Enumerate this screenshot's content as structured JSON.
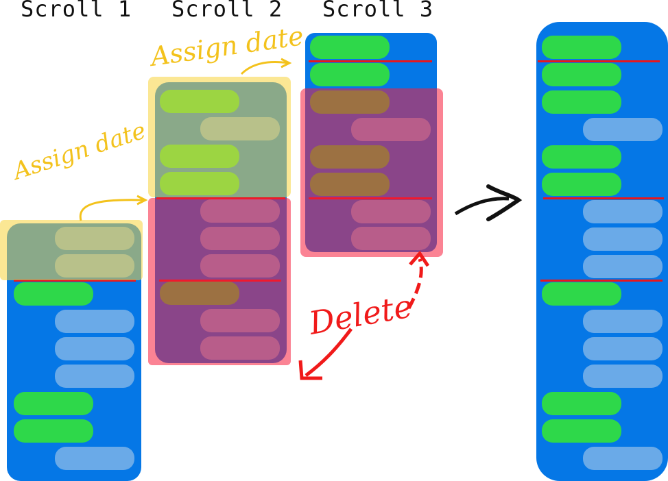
{
  "columns": {
    "scroll1": "Scroll 1",
    "scroll2": "Scroll 2",
    "scroll3": "Scroll 3"
  },
  "annotations": {
    "assign_date_1": "Assign date",
    "assign_date_2": "Assign date",
    "delete": "Delete"
  },
  "colors": {
    "panel_blue": "#0577e6",
    "message_green": "#2ed84a",
    "message_light": "#6aaae8",
    "date_divider": "#e8161c",
    "assign_overlay": "#f7d43c",
    "delete_overlay": "#f81e3c"
  }
}
